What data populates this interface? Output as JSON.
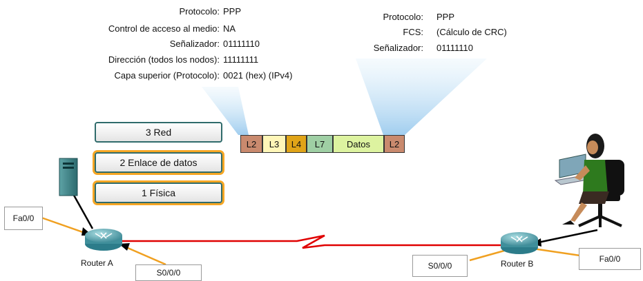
{
  "left_info": {
    "labels": [
      "Protocolo:",
      "Control de acceso al medio:",
      "Señalizador:",
      "Dirección (todos los nodos):",
      "Capa superior (Protocolo):"
    ],
    "values": [
      "PPP",
      "NA",
      "01111110",
      "11111111",
      "0021 (hex) (IPv4)"
    ]
  },
  "right_info": {
    "labels": [
      "Protocolo:",
      "FCS:",
      "Señalizador:"
    ],
    "values": [
      "PPP",
      "(Cálculo de CRC)",
      "01111110"
    ]
  },
  "layers": [
    "3 Red",
    "2 Enlace de datos",
    "1 Física"
  ],
  "frame": {
    "segments": [
      {
        "label": "L2",
        "color": "#c98a6e"
      },
      {
        "label": "L3",
        "color": "#fff6b8"
      },
      {
        "label": "L4",
        "color": "#e0a418"
      },
      {
        "label": "L7",
        "color": "#9fcfa4"
      },
      {
        "label": "Datos",
        "color": "#ddf3a0"
      },
      {
        "label": "L2",
        "color": "#c98a6e"
      }
    ]
  },
  "routers": {
    "a": "Router A",
    "b": "Router B"
  },
  "ports": {
    "a_fa": "Fa0/0",
    "a_s": "S0/0/0",
    "b_s": "S0/0/0",
    "b_fa": "Fa0/0"
  },
  "colors": {
    "serial_link": "#e00000",
    "ethernet": "#f0a020",
    "layer_border": "#2f6b6b"
  }
}
